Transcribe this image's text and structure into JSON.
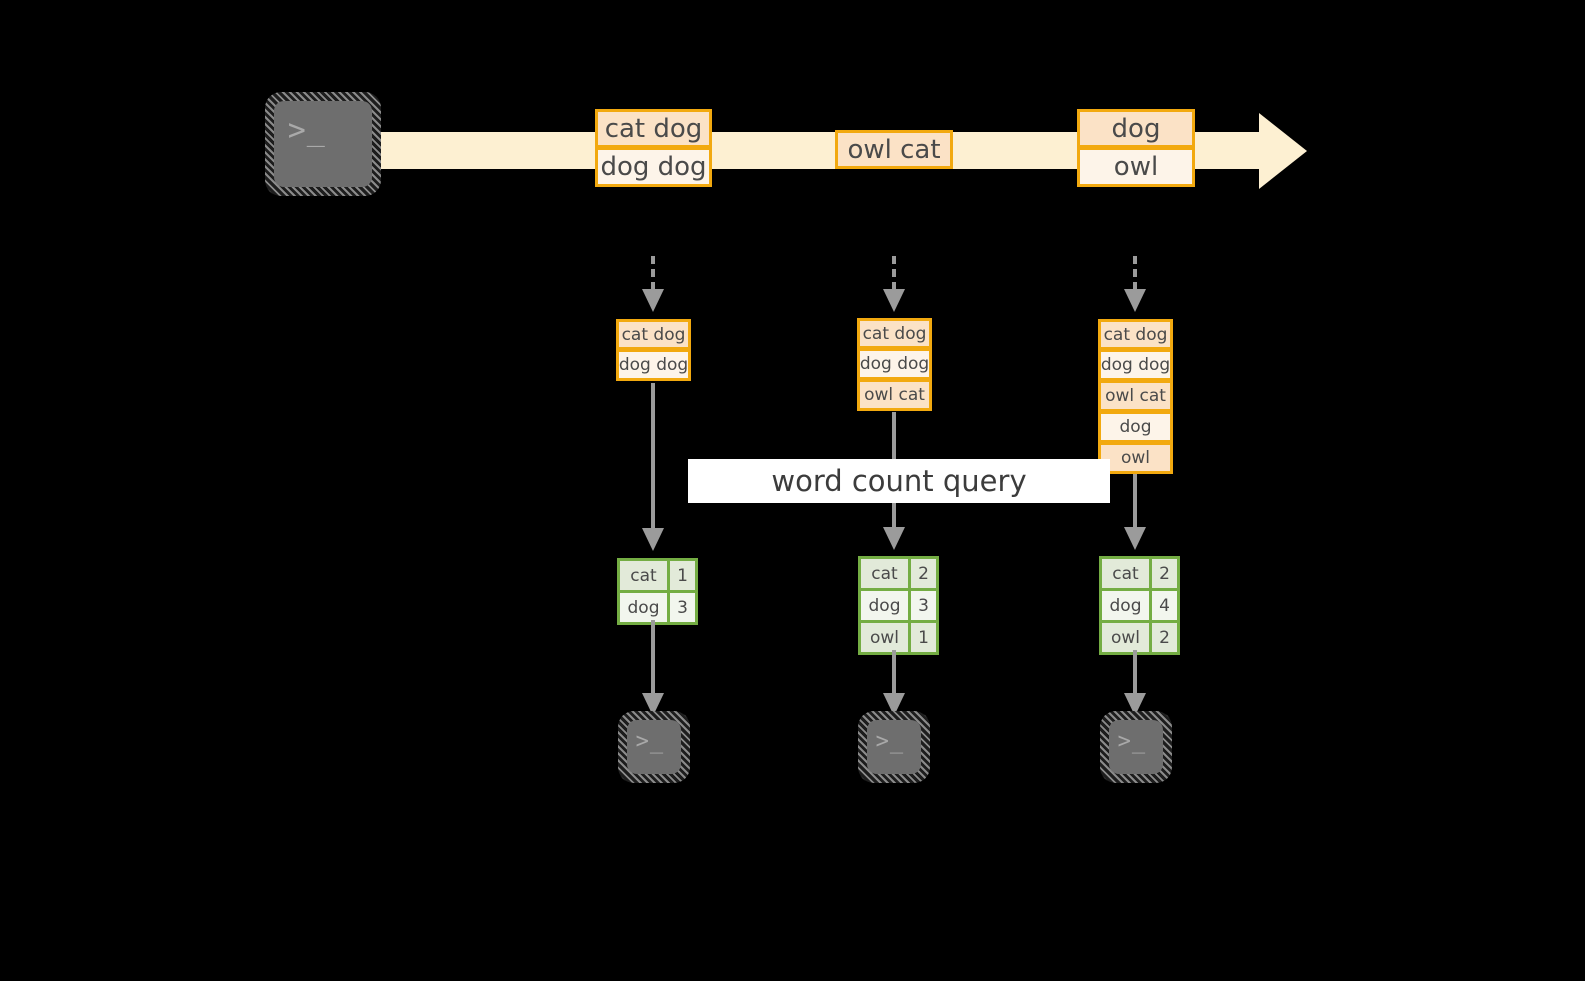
{
  "diagram": {
    "title_label": "word count query",
    "colors": {
      "record_border": "#f2a90f",
      "record_fill_dark": "#fbe2c6",
      "record_fill_light": "#fdf4e9",
      "stream_fill": "#fdf0d2",
      "table_border": "#74ad43",
      "table_fill_dark": "#e2ead9",
      "table_fill_light": "#f2f6ee",
      "connector": "#9b9b9b",
      "terminal_screen": "#6e6e6e",
      "background": "#000000"
    },
    "source": {
      "icon": "terminal-icon",
      "prompt": ">_"
    },
    "stream": {
      "records": [
        {
          "name": "batch-1",
          "lines": [
            {
              "text": "cat dog",
              "shade": "dark"
            },
            {
              "text": "dog dog",
              "shade": "light"
            }
          ]
        },
        {
          "name": "batch-2",
          "lines": [
            {
              "text": "owl cat",
              "shade": "dark"
            }
          ]
        },
        {
          "name": "batch-3",
          "lines": [
            {
              "text": "dog",
              "shade": "dark"
            },
            {
              "text": "owl",
              "shade": "light"
            }
          ]
        }
      ]
    },
    "snapshots": [
      {
        "name": "snapshot-t1",
        "lines": [
          {
            "text": "cat dog",
            "shade": "dark"
          },
          {
            "text": "dog dog",
            "shade": "light"
          }
        ]
      },
      {
        "name": "snapshot-t2",
        "lines": [
          {
            "text": "cat dog",
            "shade": "dark"
          },
          {
            "text": "dog dog",
            "shade": "light"
          },
          {
            "text": "owl cat",
            "shade": "dark"
          }
        ]
      },
      {
        "name": "snapshot-t3",
        "lines": [
          {
            "text": "cat dog",
            "shade": "dark"
          },
          {
            "text": "dog dog",
            "shade": "light"
          },
          {
            "text": "owl cat",
            "shade": "dark"
          },
          {
            "text": "dog",
            "shade": "light"
          },
          {
            "text": "owl",
            "shade": "dark"
          }
        ]
      }
    ],
    "results": [
      {
        "name": "result-t1",
        "rows": [
          {
            "word": "cat",
            "count": "1",
            "shade": "dark"
          },
          {
            "word": "dog",
            "count": "3",
            "shade": "light"
          }
        ]
      },
      {
        "name": "result-t2",
        "rows": [
          {
            "word": "cat",
            "count": "2",
            "shade": "dark"
          },
          {
            "word": "dog",
            "count": "3",
            "shade": "light"
          },
          {
            "word": "owl",
            "count": "1",
            "shade": "dark"
          }
        ]
      },
      {
        "name": "result-t3",
        "rows": [
          {
            "word": "cat",
            "count": "2",
            "shade": "dark"
          },
          {
            "word": "dog",
            "count": "4",
            "shade": "light"
          },
          {
            "word": "owl",
            "count": "2",
            "shade": "dark"
          }
        ]
      }
    ],
    "sinks": [
      {
        "name": "sink-t1",
        "icon": "terminal-icon",
        "prompt": ">_"
      },
      {
        "name": "sink-t2",
        "icon": "terminal-icon",
        "prompt": ">_"
      },
      {
        "name": "sink-t3",
        "icon": "terminal-icon",
        "prompt": ">_"
      }
    ]
  }
}
